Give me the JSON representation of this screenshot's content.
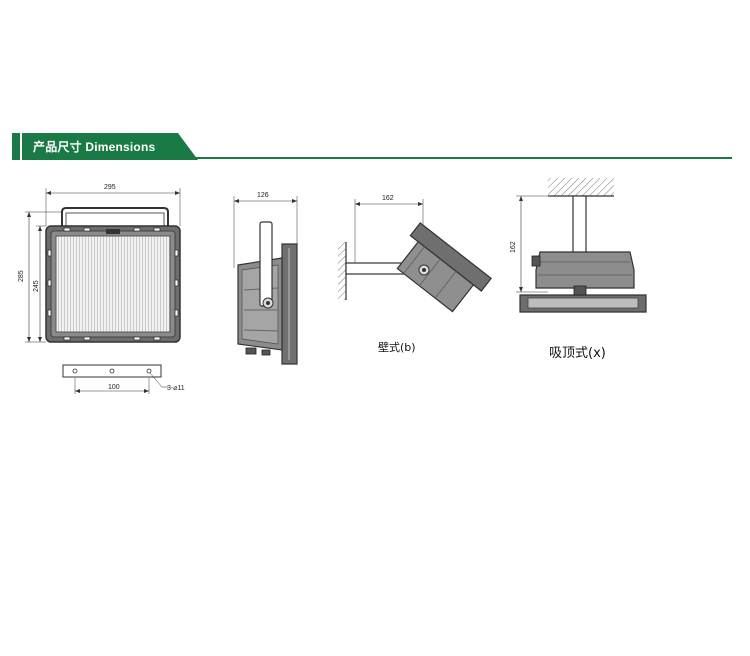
{
  "header": {
    "title": "产品尺寸 Dimensions",
    "accent_color": "#1a7a45"
  },
  "front_view": {
    "width_label": "295",
    "height_outer_label": "285",
    "height_inner_label": "245",
    "bracket_spacing_label": "100",
    "hole_label": "3-⌀11"
  },
  "side_view": {
    "depth_label": "126"
  },
  "wall_mount": {
    "projection_label": "162",
    "caption": "壁式(b)"
  },
  "ceiling_mount": {
    "drop_label": "162",
    "caption": "吸顶式(x)"
  }
}
